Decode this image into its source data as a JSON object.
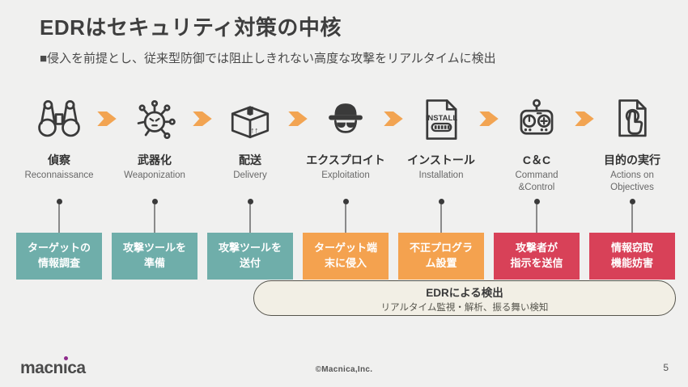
{
  "slide": {
    "title": "EDRはセキュリティ対策の中核",
    "subtitle": "■侵入を前提とし、従来型防御では阻止しきれない高度な攻撃をリアルタイムに検出"
  },
  "colors": {
    "teal": "#6FAEAA",
    "orange": "#F4A24F",
    "red": "#D84158",
    "arrow": "#F2A452",
    "pill-bg": "#F2EFE5",
    "pill-border": "#55544C"
  },
  "icons": {
    "install_label": "INSTALL",
    "package_arrows": "↑↑"
  },
  "stages": [
    {
      "jp": "偵察",
      "en": "Reconnaissance",
      "box_line1": "ターゲットの",
      "box_line2": "情報調査",
      "box_color": "teal"
    },
    {
      "jp": "武器化",
      "en": "Weaponization",
      "box_line1": "攻撃ツールを",
      "box_line2": "準備",
      "box_color": "teal"
    },
    {
      "jp": "配送",
      "en": "Delivery",
      "box_line1": "攻撃ツールを",
      "box_line2": "送付",
      "box_color": "teal"
    },
    {
      "jp": "エクスプロイト",
      "en": "Exploitation",
      "box_line1": "ターゲット端",
      "box_line2": "末に侵入",
      "box_color": "orange"
    },
    {
      "jp": "インストール",
      "en": "Installation",
      "box_line1": "不正プログラ",
      "box_line2": "ム設置",
      "box_color": "orange"
    },
    {
      "jp": "C＆C",
      "en": "Command\n&Control",
      "box_line1": "攻撃者が",
      "box_line2": "指示を送信",
      "box_color": "red"
    },
    {
      "jp": "目的の実行",
      "en": "Actions on\nObjectives",
      "box_line1": "情報窃取",
      "box_line2": "機能妨害",
      "box_color": "red"
    }
  ],
  "edr": {
    "title": "EDRによる検出",
    "subtitle": "リアルタイム監視・解析、振る舞い検知"
  },
  "footer": {
    "logo_pre": "macn",
    "logo_i": "ı",
    "logo_post": "ca",
    "copyright": "©Macnica,Inc.",
    "page": "5"
  }
}
